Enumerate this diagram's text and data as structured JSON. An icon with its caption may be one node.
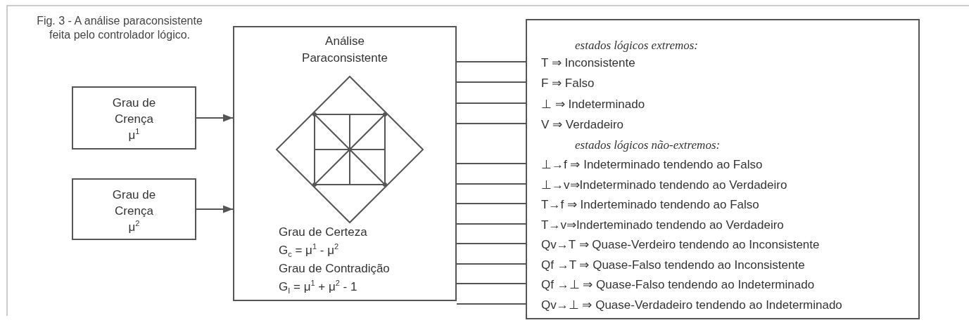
{
  "diagram": {
    "caption": "Fig. 3 - A análise paraconsistente feita pelo controlador lógico.",
    "nodes": [
      {
        "text": [
          "Grau de Crença μ$^{1}$"
        ]
      },
      {
        "text": [
          "Grau de Crença μ$^{2}$"
        ]
      },
      {
        "text": [
          "Análise Paraconsistente",
          "Grau de Certeza",
          "G$_{c}$ = μ$^{1}$ - μ$^{2}$",
          "Grau de Contradição",
          "G$_{I}$ = μ$^{1}$ + μ$^{2}$ - 1"
        ]
      },
      {
        "text": [
          "estados lógicos extremos:",
          "T ⇒ Inconsistente",
          "F ⇒ Falso",
          "⊥ ⇒ Indeterminado",
          "V ⇒ Verdadeiro",
          "estados lógicos não-extremos:",
          "⊥→f ⇒ Indeterminado tendendo ao Falso",
          "⊥→v⇒Indeterminado tendendo ao Verdadeiro",
          "T→f ⇒ Inderteminado tendendo ao Falso",
          "T→v⇒Inderteminado tendendo ao Verdadeiro",
          "Qv→T ⇒ Quase-Verdeiro tendendo ao Inconsistente",
          "Qf →T ⇒ Quase-Falso tendendo ao Inconsistente",
          "Qf →⊥ ⇒ Quase-Falso tendendo ao Indeterminado",
          "Qv→⊥ ⇒ Quase-Verdadeiro tendendo ao Indeterminado"
        ]
      }
    ],
    "edges": [
      {
        "from": 0,
        "to": 2,
        "arrow": "to"
      },
      {
        "from": 1,
        "to": 2,
        "arrow": "to"
      },
      {
        "from": 2,
        "to": 3,
        "arrow": "none"
      },
      {
        "from": 2,
        "to": 3,
        "arrow": "none"
      },
      {
        "from": 2,
        "to": 3,
        "arrow": "none"
      },
      {
        "from": 2,
        "to": 3,
        "arrow": "none"
      },
      {
        "from": 2,
        "to": 3,
        "arrow": "none"
      },
      {
        "from": 2,
        "to": 3,
        "arrow": "none"
      },
      {
        "from": 2,
        "to": 3,
        "arrow": "none"
      },
      {
        "from": 2,
        "to": 3,
        "arrow": "none"
      },
      {
        "from": 2,
        "to": 3,
        "arrow": "none"
      },
      {
        "from": 2,
        "to": 3,
        "arrow": "none"
      },
      {
        "from": 2,
        "to": 3,
        "arrow": "none"
      },
      {
        "from": 2,
        "to": 3,
        "arrow": "none"
      }
    ]
  }
}
